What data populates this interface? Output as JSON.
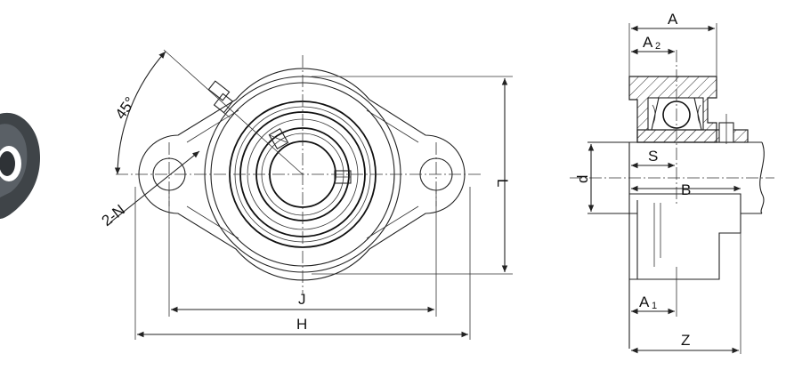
{
  "drawing": {
    "front_view": {
      "angle_label": "45°",
      "bolt_holes_label": "2-N",
      "dim_J": "J",
      "dim_H": "H",
      "dim_L": "L"
    },
    "side_view": {
      "dim_A": "A",
      "dim_A2": "A",
      "dim_A2_sub": "2",
      "dim_A1": "A",
      "dim_A1_sub": "1",
      "dim_S": "S",
      "dim_B": "B",
      "dim_d": "d",
      "dim_Z": "Z"
    }
  }
}
